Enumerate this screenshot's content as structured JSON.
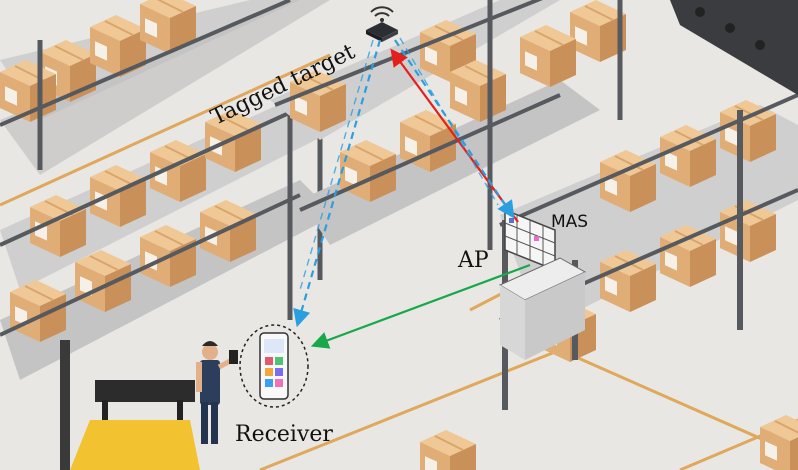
{
  "labels": {
    "tagged_target": "Tagged target",
    "mas": "MAS",
    "ap": "AP",
    "receiver": "Receiver"
  },
  "colors": {
    "floor": "#e9e7e3",
    "floor_line": "#e0a85a",
    "shelf_frame": "#56595e",
    "box": "#e3b27e",
    "box_dark": "#c98f57",
    "red_signal": "#e3211c",
    "blue_signal": "#2a9fe0",
    "green_signal": "#18a84a"
  },
  "icons": [
    "wifi-tag-icon",
    "worker-figure",
    "smartphone-icon",
    "forklift-shape",
    "conveyor-shape"
  ]
}
